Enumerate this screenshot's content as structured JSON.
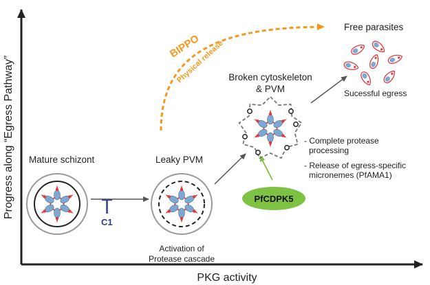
{
  "axes": {
    "x_label": "PKG activity",
    "y_label": "Progress along “Egress Pathway”"
  },
  "stages": {
    "mature": {
      "label": "Mature schizont"
    },
    "leaky": {
      "label": "Leaky PVM",
      "caption_line1": "Activation of",
      "caption_line2": "Protease cascade"
    },
    "broken": {
      "label_line1": "Broken cytoskeleton",
      "label_line2": "& PVM"
    },
    "free": {
      "label": "Free parasites",
      "caption": "Sucessful egress"
    }
  },
  "inhibitor": {
    "label": "C1"
  },
  "bippo": {
    "label": "BIPPO",
    "path_label": "Physical release"
  },
  "kinase": {
    "label": "PfCDPK5"
  },
  "notes": [
    {
      "line1": "- Complete protease",
      "line2": "processing"
    },
    {
      "line1": "- Release of egress-specific",
      "line2": "micronemes (PfAMA1)"
    }
  ],
  "colors": {
    "orange": "#F39A1E",
    "green": "#7DC242",
    "merozoite_blue": "#7FA8D1",
    "membrane_red": "#E03A3E",
    "inhibitor_blue": "#2B3F8F",
    "gray": "#555555"
  }
}
